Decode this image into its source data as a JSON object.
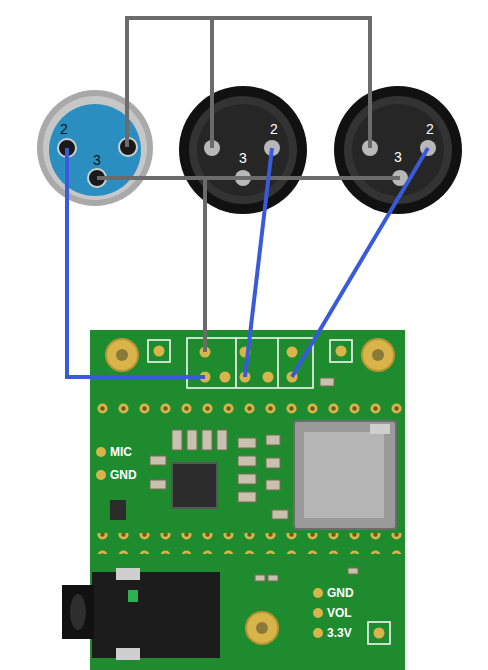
{
  "diagram": {
    "labels": [
      "2",
      "3",
      "3",
      "2",
      "3",
      "2",
      "MIC",
      "GND",
      "GND",
      "VOL",
      "3.3V"
    ]
  }
}
